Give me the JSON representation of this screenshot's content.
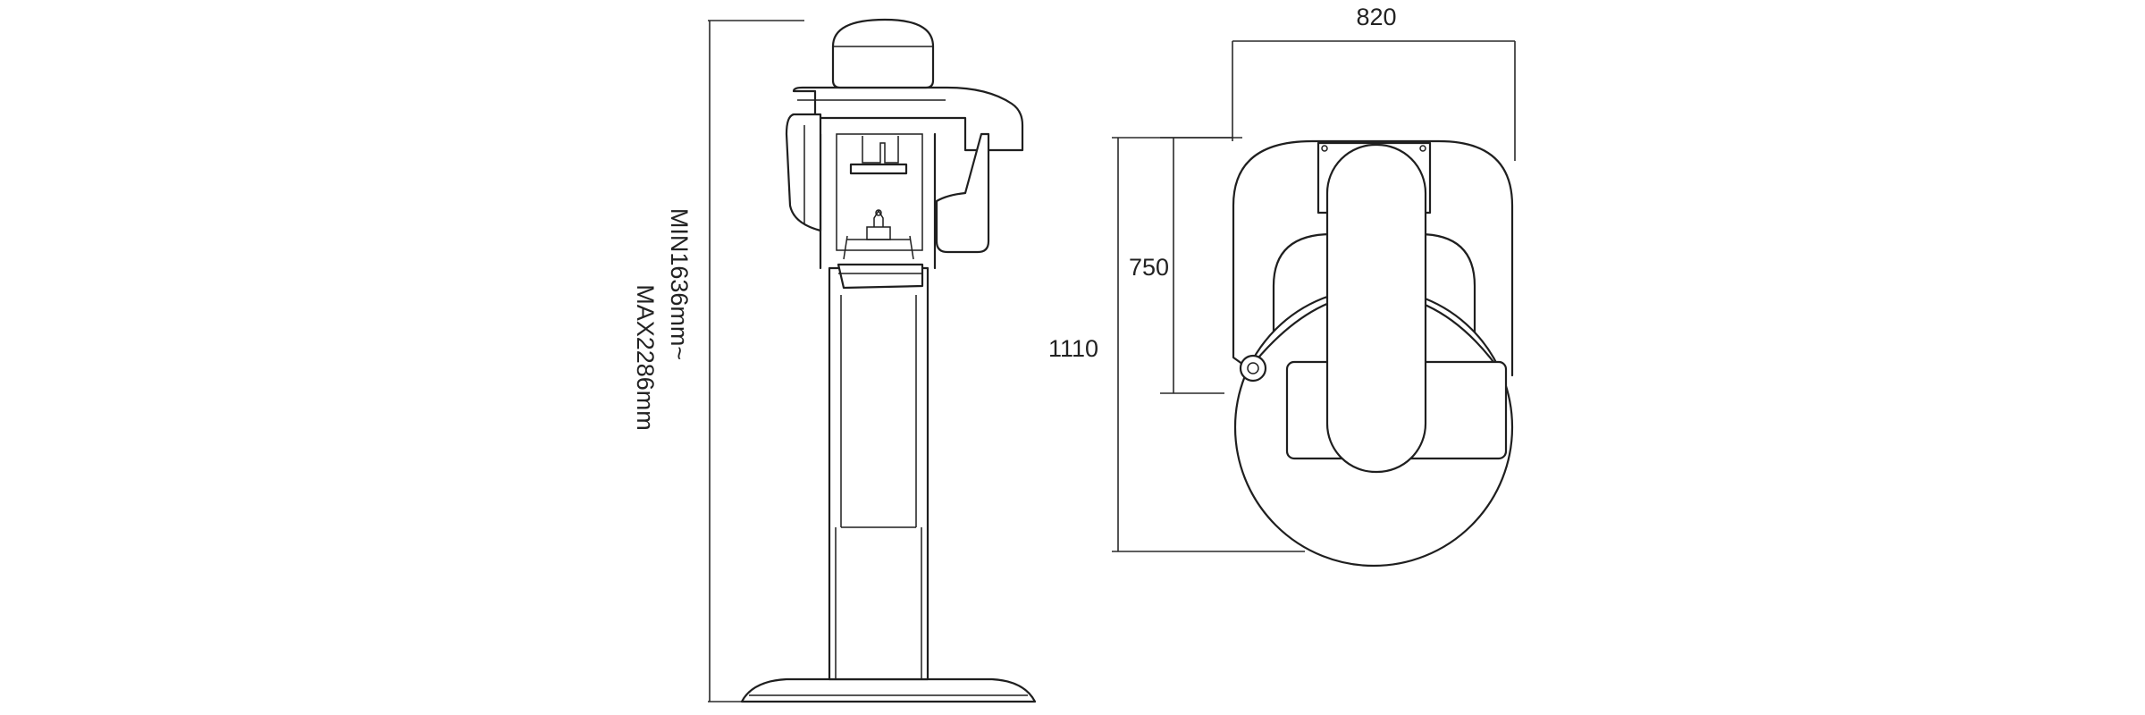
{
  "dimensions": {
    "height_label": "MIN1636mm~",
    "height_label_max": "MAX2286mm",
    "width_label": "820",
    "depth_label": "1110",
    "arm_label": "750"
  }
}
